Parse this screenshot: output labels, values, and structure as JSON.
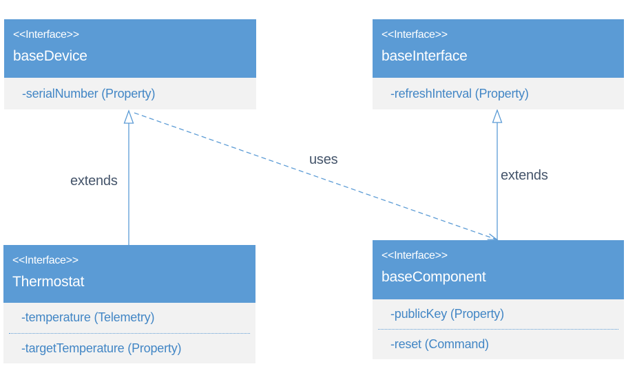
{
  "diagram": {
    "type": "uml-interface-diagram",
    "classes": [
      {
        "stereotype": "<<Interface>>",
        "name": "baseDevice",
        "members": [
          "-serialNumber (Property)"
        ]
      },
      {
        "stereotype": "<<Interface>>",
        "name": "baseInterface",
        "members": [
          "-refreshInterval (Property)"
        ]
      },
      {
        "stereotype": "<<Interface>>",
        "name": "Thermostat",
        "members": [
          "-temperature (Telemetry)",
          "-targetTemperature (Property)"
        ]
      },
      {
        "stereotype": "<<Interface>>",
        "name": "baseComponent",
        "members": [
          "-publicKey (Property)",
          "-reset (Command)"
        ]
      }
    ],
    "relationships": [
      {
        "label": "extends",
        "from": "Thermostat",
        "to": "baseDevice",
        "line": "solid",
        "arrowhead": "hollow-triangle"
      },
      {
        "label": "extends",
        "from": "baseComponent",
        "to": "baseInterface",
        "line": "solid",
        "arrowhead": "hollow-triangle"
      },
      {
        "label": "uses",
        "from": "baseDevice",
        "to": "baseComponent",
        "line": "dashed",
        "arrowhead": "open-v"
      }
    ],
    "colors": {
      "class_header_bg": "#5B9BD5",
      "class_header_text": "#FFFFFF",
      "class_body_bg": "#F2F2F2",
      "member_text": "#4286C5",
      "member_separator": "#5B9BD5",
      "relationship_line": "#5B9BD5",
      "relationship_label_text": "#44546A",
      "canvas_bg": "#FFFFFF"
    }
  }
}
